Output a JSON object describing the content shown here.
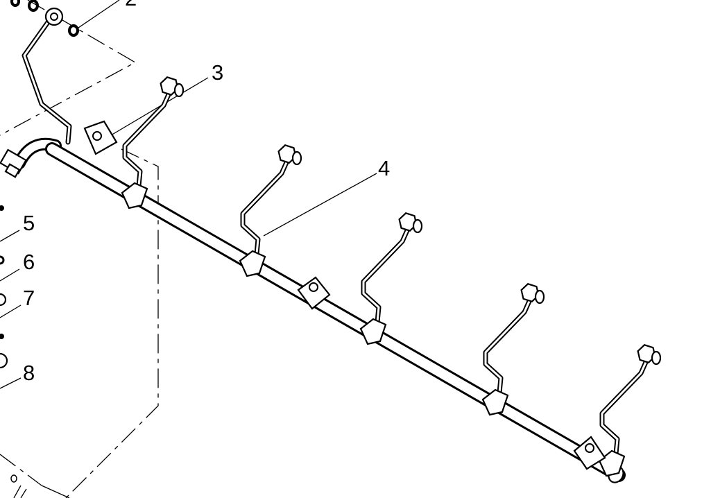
{
  "diagram": {
    "callouts": [
      {
        "id": "2",
        "text": "2"
      },
      {
        "id": "3",
        "text": "3"
      },
      {
        "id": "4",
        "text": "4"
      },
      {
        "id": "5",
        "text": "5"
      },
      {
        "id": "6",
        "text": "6"
      },
      {
        "id": "7",
        "text": "7"
      },
      {
        "id": "8",
        "text": "8"
      }
    ],
    "line_color": "#000000",
    "background": "#ffffff"
  }
}
